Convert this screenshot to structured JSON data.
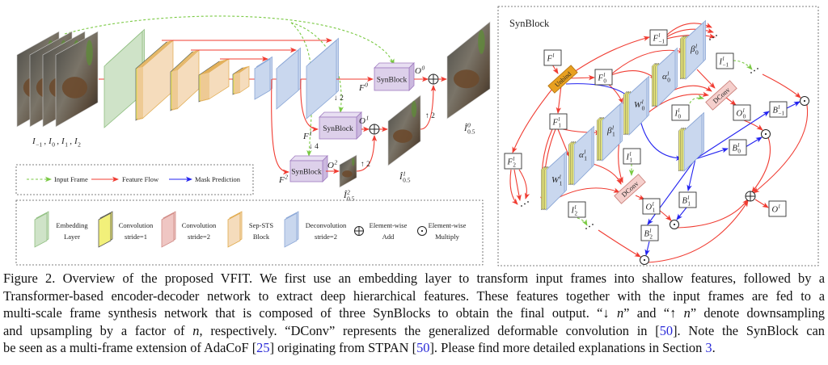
{
  "figure": {
    "left": {
      "inputs_label": {
        "items": [
          {
            "b": "I",
            "sub": "−1"
          },
          {
            "b": "I",
            "sub": "0"
          },
          {
            "b": "I",
            "sub": "1"
          },
          {
            "b": "I",
            "sub": "2"
          }
        ],
        "separator": ","
      },
      "synblocks": [
        "SynBlock",
        "SynBlock",
        "SynBlock"
      ],
      "features": [
        {
          "b": "F",
          "sup": "0"
        },
        {
          "b": "F",
          "sup": "1"
        },
        {
          "b": "F",
          "sup": "2"
        }
      ],
      "outputs": [
        {
          "b": "O",
          "sup": "0"
        },
        {
          "b": "O",
          "sup": "1"
        },
        {
          "b": "O",
          "sup": "2"
        }
      ],
      "frames": [
        {
          "b": "Î",
          "sup": "0",
          "sub": "0.5"
        },
        {
          "b": "Î",
          "sup": "1",
          "sub": "0.5"
        },
        {
          "b": "Î",
          "sup": "2",
          "sub": "0.5"
        }
      ],
      "scale_marks": {
        "down2": "↓ 2",
        "down4": "↓ 4",
        "up2_a": "↑ 2",
        "up2_b": "↑ 2"
      }
    },
    "legend_arrows": [
      {
        "label": "Input Frame",
        "color": "#7ac943",
        "style": "dashed"
      },
      {
        "label": "Feature Flow",
        "color": "#f03c32",
        "style": "solid"
      },
      {
        "label": "Mask Prediction",
        "color": "#2323f0",
        "style": "solid"
      }
    ],
    "legend_blocks": [
      {
        "line1": "Embedding",
        "line2": "Layer",
        "icon": "plane",
        "fill": "#cfe3c8",
        "stroke": "#8fbf80"
      },
      {
        "line1": "Convolution",
        "line2": "stride=1",
        "icon": "plane",
        "fill": "#f2f07a",
        "stroke": "#555555"
      },
      {
        "line1": "Convolution",
        "line2": "stride=2",
        "icon": "plane",
        "fill": "#efc6c3",
        "stroke": "#d08a85"
      },
      {
        "line1": "Sep-STS",
        "line2": "Block",
        "icon": "plane",
        "fill": "#f5dcbc",
        "stroke": "#e0a94a"
      },
      {
        "line1": "Deconvolution",
        "line2": "stride=2",
        "icon": "plane",
        "fill": "#c9d7ee",
        "stroke": "#8aa6d6"
      },
      {
        "line1": "Element-wise",
        "line2": "Add",
        "icon": "oplus"
      },
      {
        "line1": "Element-wise",
        "line2": "Multiply",
        "icon": "odot"
      }
    ],
    "colors": {
      "feature_flow": "#f03c32",
      "input_frame": "#7ac943",
      "mask_prediction": "#2323f0",
      "synblock_fill": "#ddd0ea",
      "synblock_stroke": "#a07cc0",
      "unbind": "#e8a020",
      "dconv": "#f5cfcc"
    },
    "panel": {
      "title": "SynBlock",
      "unbind": "Unbind",
      "dconv": [
        "DConv",
        "DConv"
      ],
      "boxes": {
        "F": {
          "b": "F",
          "sup": "l"
        },
        "F0": {
          "b": "F",
          "sup": "l",
          "sub": "0"
        },
        "Fm1": {
          "b": "F",
          "sup": "l",
          "sub": "−1"
        },
        "F1": {
          "b": "F",
          "sup": "l",
          "sub": "1"
        },
        "F2": {
          "b": "F",
          "sup": "l",
          "sub": "2"
        },
        "Im1": {
          "b": "I",
          "sup": "l",
          "sub": "−1"
        },
        "I0": {
          "b": "I",
          "sup": "l",
          "sub": "0"
        },
        "I1": {
          "b": "I",
          "sup": "l",
          "sub": "1"
        },
        "I2": {
          "b": "I",
          "sup": "l",
          "sub": "2"
        },
        "O0": {
          "b": "O",
          "sup": "l",
          "sub": "0"
        },
        "O1": {
          "b": "O",
          "sup": "l",
          "sub": "1"
        },
        "Bm1": {
          "b": "B",
          "sup": "l",
          "sub": "−1"
        },
        "B0": {
          "b": "B",
          "sup": "l",
          "sub": "0"
        },
        "B1": {
          "b": "B",
          "sup": "l",
          "sub": "1"
        },
        "B2": {
          "b": "B",
          "sup": "l",
          "sub": "2"
        },
        "O": {
          "b": "O",
          "sup": "l"
        }
      },
      "planes": {
        "beta0": {
          "b": "β",
          "sup": "l",
          "sub": "0"
        },
        "alpha0": {
          "b": "α",
          "sup": "l",
          "sub": "0"
        },
        "W0": {
          "b": "W",
          "sup": "l",
          "sub": "0"
        },
        "beta1": {
          "b": "β",
          "sup": "l",
          "sub": "1"
        },
        "alpha1": {
          "b": "α",
          "sup": "l",
          "sub": "1"
        },
        "W1": {
          "b": "W",
          "sup": "l",
          "sub": "1"
        }
      }
    }
  },
  "caption": {
    "lines": [
      [
        {
          "t": "Figure 2. Overview of the proposed VFIT. We first use an embedding layer to transform input frames into shallow features, followed by a"
        }
      ],
      [
        {
          "t": "Transformer-based encoder-decoder network to extract deep hierarchical features. These features together with the input frames are fed to a"
        }
      ],
      [
        {
          "t": "multi-scale frame synthesis network that is composed of three SynBlocks to obtain the final output. “↓ "
        },
        {
          "t": "n"
        },
        {
          "t": "” and “↑ "
        },
        {
          "t": "n"
        },
        {
          "t": "” denote downsampling"
        }
      ],
      [
        {
          "t": "and upsampling by a factor of "
        },
        {
          "t": "n"
        },
        {
          "t": ", respectively. “DConv” represents the generalized deformable convolution in ["
        },
        {
          "t": "50"
        },
        {
          "t": "]. Note the SynBlock can"
        }
      ],
      [
        {
          "t": "be seen as a multi-frame extension of AdaCoF ["
        },
        {
          "t": "25"
        },
        {
          "t": "] originating from STPAN ["
        },
        {
          "t": "50"
        },
        {
          "t": "]. Please find more detailed explanations in Section "
        },
        {
          "t": "3"
        },
        {
          "t": "."
        }
      ]
    ],
    "link_color": "#2a2ad8"
  }
}
